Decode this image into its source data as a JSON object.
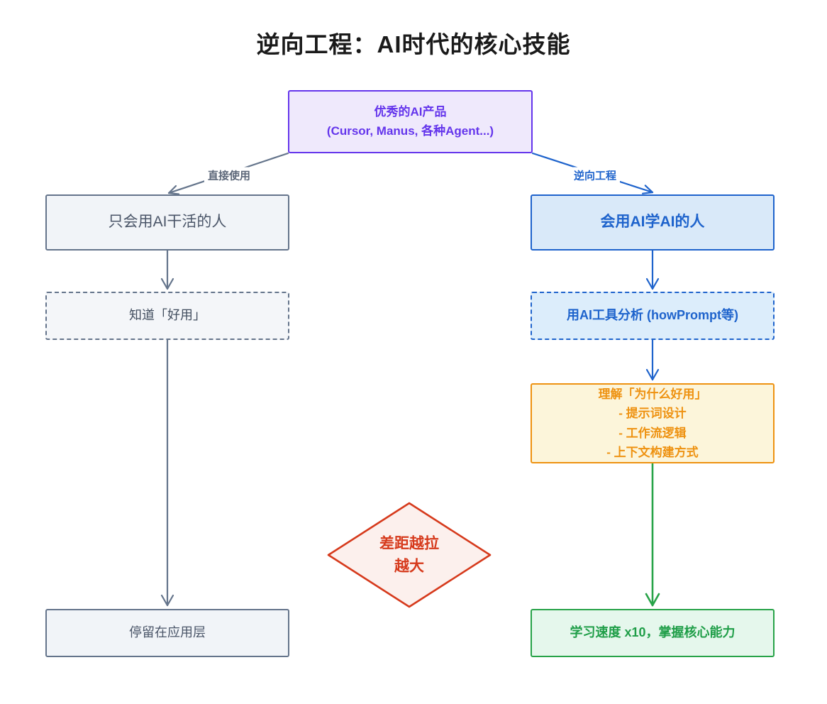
{
  "title": "逆向工程：AI时代的核心技能",
  "edge_labels": {
    "left": "直接使用",
    "right": "逆向工程"
  },
  "nodes": {
    "source": {
      "line1": "优秀的AI产品",
      "line2": "(Cursor, Manus, 各种Agent...)"
    },
    "left_person": {
      "label": "只会用AI干活的人"
    },
    "right_person": {
      "label": "会用AI学AI的人"
    },
    "know_good": {
      "label": "知道「好用」"
    },
    "ai_analyze": {
      "label": "用AI工具分析 (howPrompt等)"
    },
    "understand": {
      "line1": "理解「为什么好用」",
      "line2": "- 提示词设计",
      "line3": "- 工作流逻辑",
      "line4": "- 上下文构建方式"
    },
    "gap": {
      "line1": "差距越拉",
      "line2": "越大"
    },
    "stay_app_layer": {
      "label": "停留在应用层"
    },
    "learning_speed": {
      "label": "学习速度 x10，掌握核心能力"
    }
  },
  "colors": {
    "purple": "#6435ec",
    "purple_bg": "#efe9fc",
    "gray": "#64748b",
    "gray_bg": "#f1f4f8",
    "gray_text": "#4a5568",
    "blue": "#1e63cc",
    "blue_bg": "#d9e9f9",
    "blue_bg_light": "#dcedfb",
    "orange": "#ee9211",
    "orange_bg": "#fcf5da",
    "green": "#27a348",
    "green_bg": "#e5f7ec",
    "red": "#d63a1c",
    "red_bg": "#fcf0ed",
    "title_color": "#1a1a1a"
  }
}
